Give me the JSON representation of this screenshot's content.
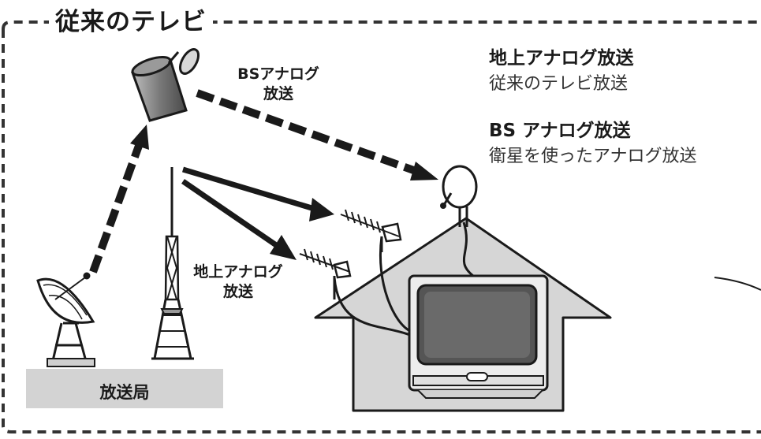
{
  "title": "従来のテレビ",
  "bs_arrow_label": [
    "BSアナログ",
    "放送"
  ],
  "terrestrial_arrow_label": [
    "地上アナログ",
    "放送"
  ],
  "station_label": "放送局",
  "legend": [
    {
      "heading": "地上アナログ放送",
      "description": "従来のテレビ放送"
    },
    {
      "heading": "BS アナログ放送",
      "description": "衛星を使ったアナログ放送"
    }
  ],
  "icons": [
    "satellite-icon",
    "parabolic-dish-icon",
    "broadcast-tower-icon",
    "house-icon",
    "tv-icon",
    "bs-dish-antenna-icon",
    "uhf-antenna-icon"
  ],
  "colors": {
    "house_fill": "#d6d6d6",
    "station_box": "#d3d3d3",
    "ink": "#1a1a1a"
  }
}
